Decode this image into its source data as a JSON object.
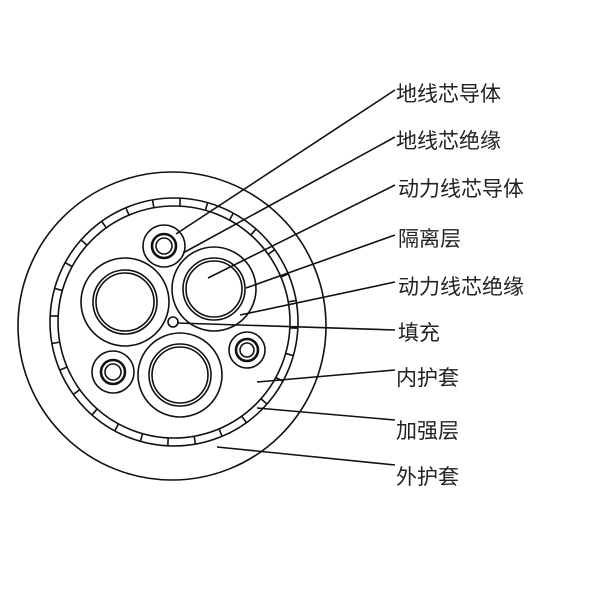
{
  "labels": [
    "地线芯导体",
    "地线芯绝缘",
    "动力线芯导体",
    "隔离层",
    "动力线芯绝缘",
    "填充",
    "内护套",
    "加强层",
    "外护套"
  ],
  "colors": {
    "line": "#111111",
    "text": "#222222",
    "background": "#ffffff"
  }
}
